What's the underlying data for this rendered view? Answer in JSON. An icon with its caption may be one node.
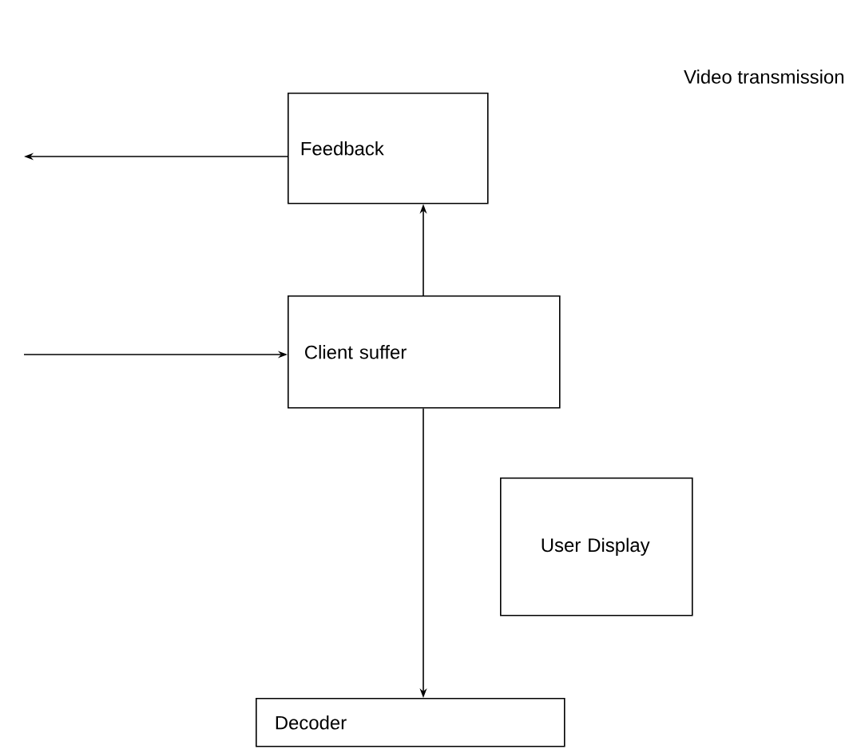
{
  "diagram": {
    "title": "Video transmission",
    "nodes": [
      {
        "text": [
          "Feedback"
        ]
      },
      {
        "text": [
          "Client suffer"
        ]
      },
      {
        "text": [
          "User Display"
        ]
      },
      {
        "text": [
          "Decoder"
        ]
      }
    ],
    "edges": [
      {
        "from": 0,
        "to": null,
        "arrow": "to"
      },
      {
        "from": 1,
        "to": 0,
        "arrow": "to"
      },
      {
        "from": null,
        "to": 1,
        "arrow": "to"
      },
      {
        "from": 1,
        "to": 3,
        "arrow": "to"
      }
    ]
  }
}
